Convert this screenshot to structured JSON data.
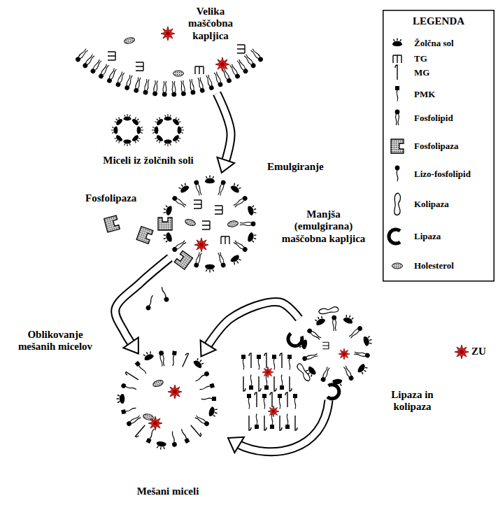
{
  "diagram": {
    "nodes": [
      {
        "text": [
          "Velika maščobna kapljica"
        ]
      },
      {
        "text": [
          "Miceli iz žolčnih soli"
        ]
      },
      {
        "text": [
          "Manjša (emulgirana) maščobna kapljica"
        ]
      },
      {
        "text": [
          "Lipaza in kolipaza"
        ]
      },
      {
        "text": [
          "Mešani miceli"
        ]
      }
    ],
    "edges": [
      {
        "from": 0,
        "to": 2,
        "label": "Emulgiranje",
        "arrow": "to"
      },
      {
        "from": 2,
        "to": 4,
        "arrow": "to"
      },
      {
        "from": 3,
        "to": 4,
        "arrow": "to"
      }
    ],
    "labels": [
      "LEGENDA",
      "Fosfolipaza",
      "Oblikovanje mešanih micelov",
      "ZU"
    ],
    "legend": [
      {
        "text": "Žolčna sol"
      },
      {
        "text": "TG"
      },
      {
        "text": "MG"
      },
      {
        "text": "PMK"
      },
      {
        "text": "Fosfolipid"
      },
      {
        "text": "Fosfolipaza"
      },
      {
        "text": "Lizo-fosfolipid"
      },
      {
        "text": "Kolipaza"
      },
      {
        "text": "Lipaza"
      },
      {
        "text": "Holesterol"
      }
    ]
  }
}
